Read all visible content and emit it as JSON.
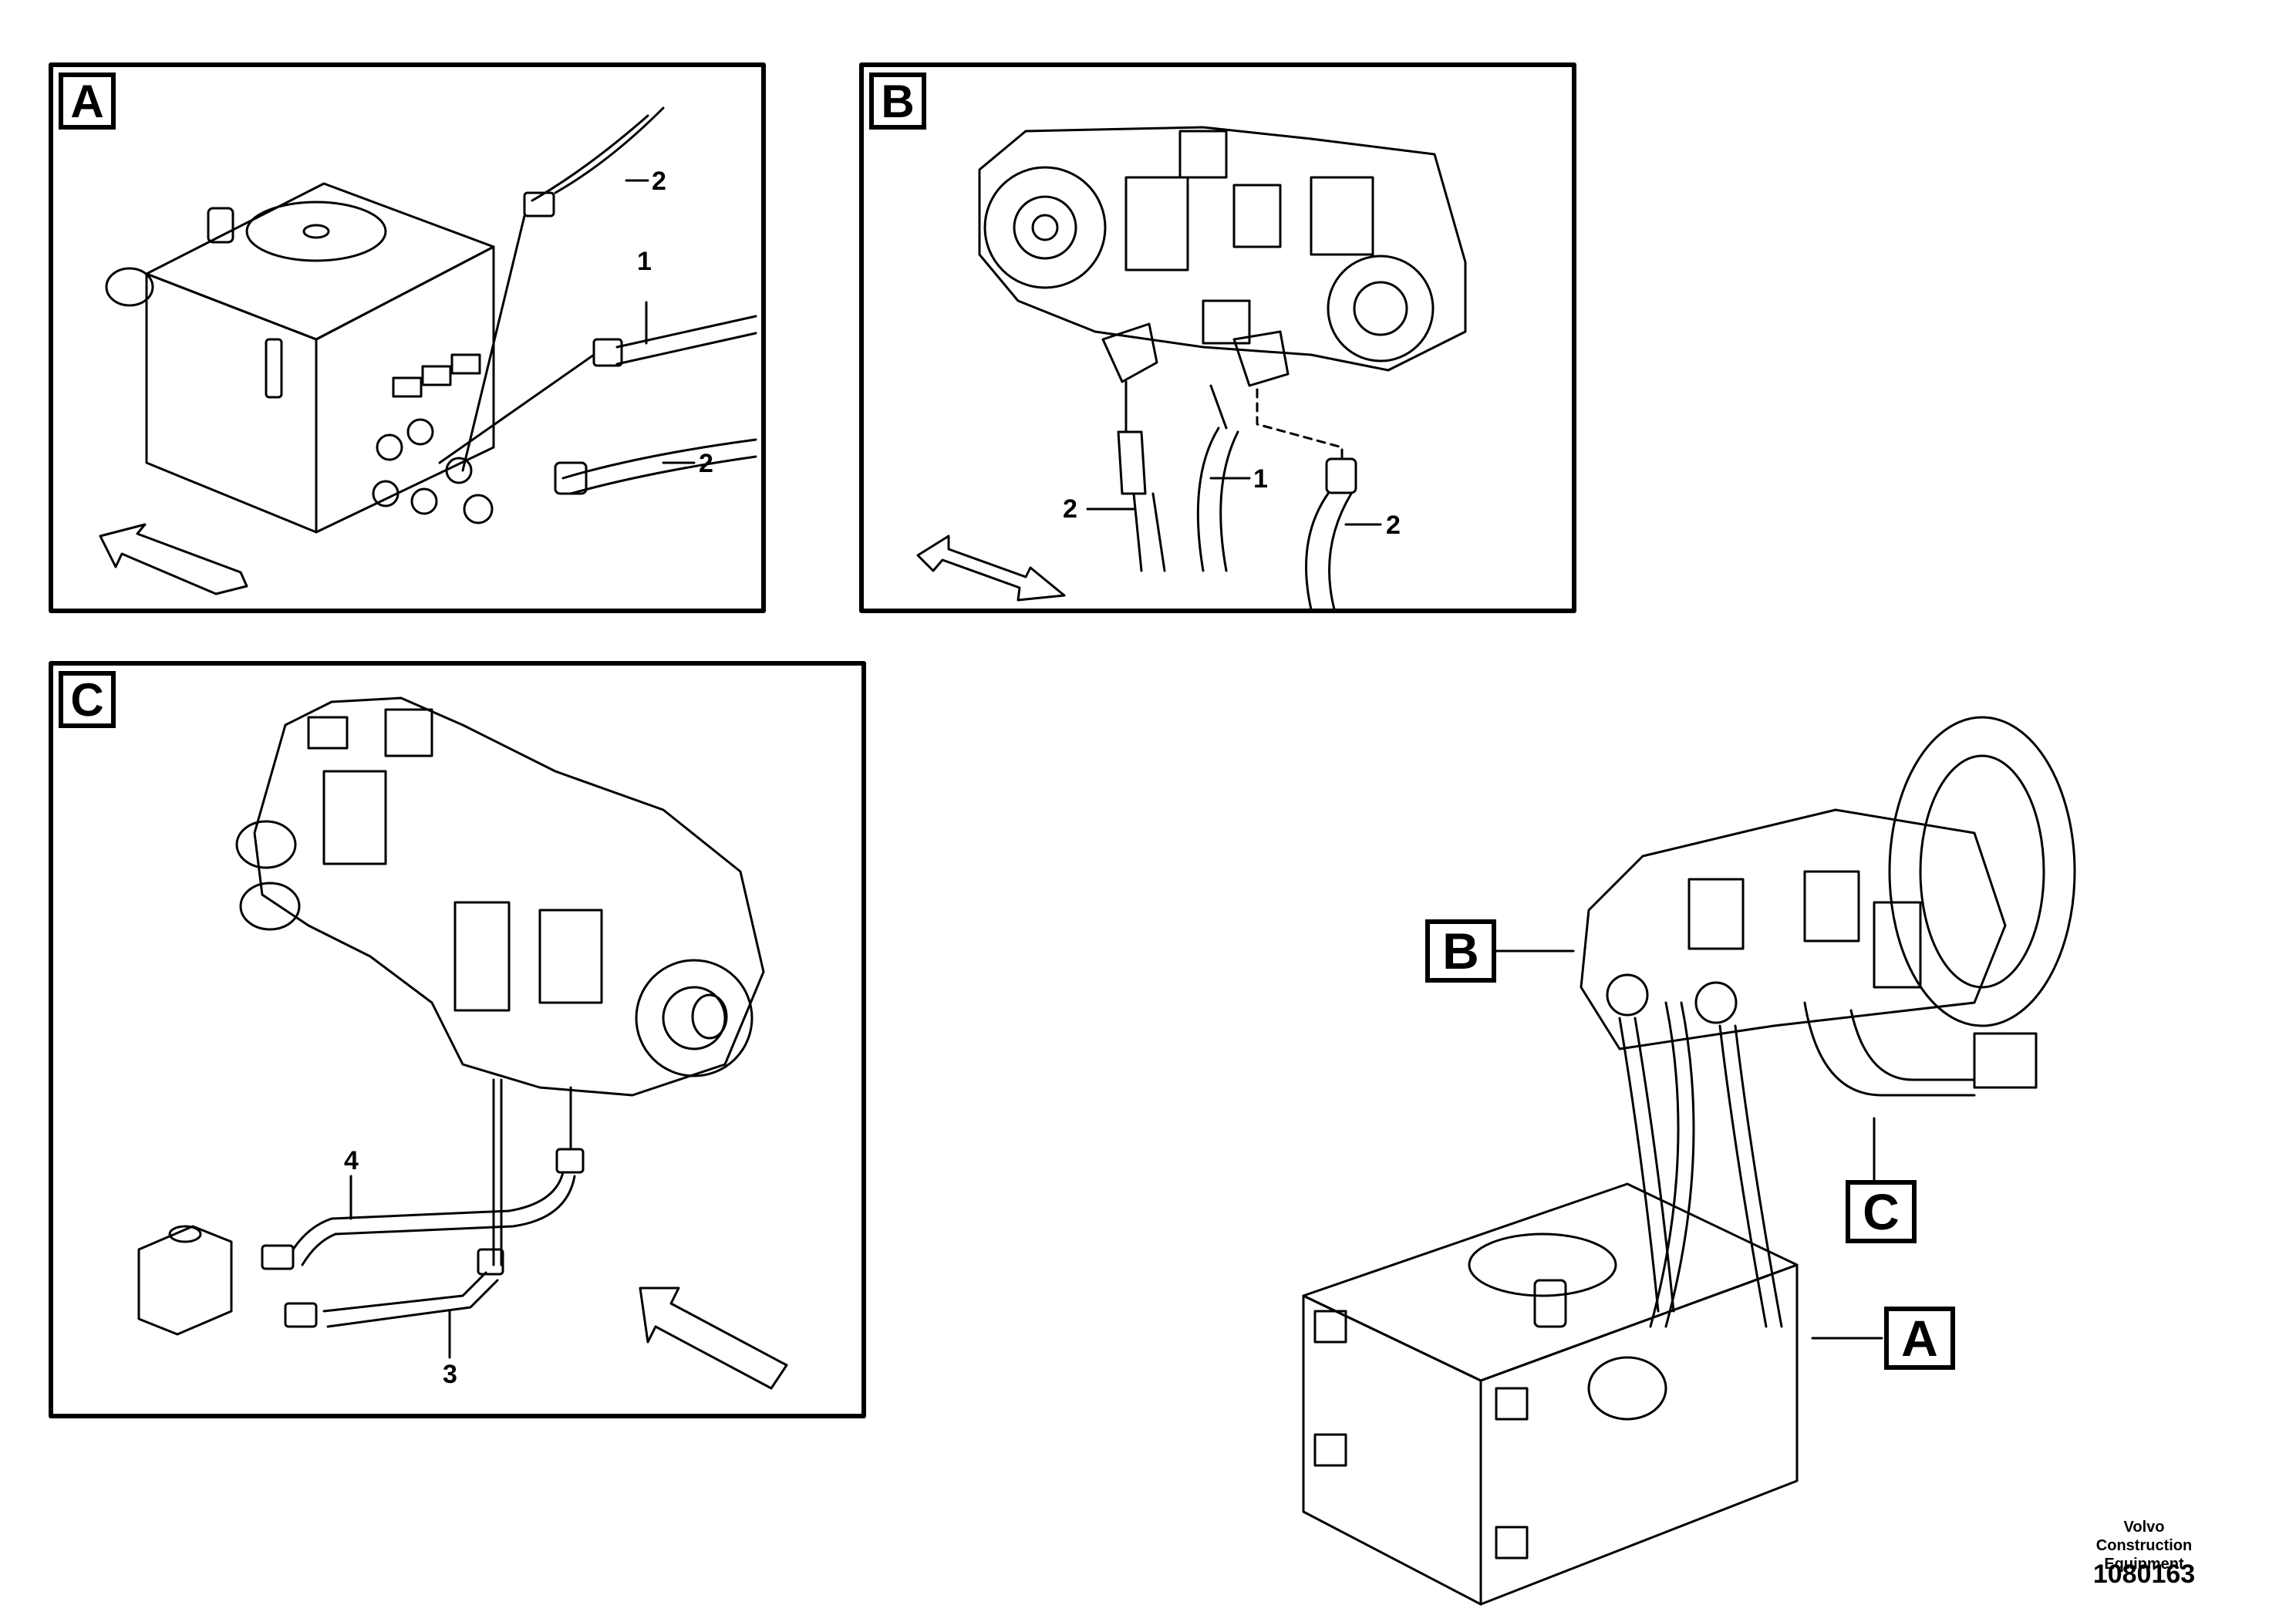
{
  "panels": {
    "a": {
      "label": "A",
      "callouts": [
        "2",
        "1",
        "2"
      ]
    },
    "b": {
      "label": "B",
      "callouts": [
        "1",
        "2",
        "2"
      ]
    },
    "c": {
      "label": "C",
      "callouts": [
        "4",
        "3"
      ]
    }
  },
  "overview": {
    "labels": [
      "B",
      "C",
      "A"
    ]
  },
  "footer": {
    "brand_line1": "Volvo Construction",
    "brand_line2": "Equipment",
    "doc_number": "1080163"
  },
  "colors": {
    "line": "#000000",
    "background": "#ffffff"
  }
}
